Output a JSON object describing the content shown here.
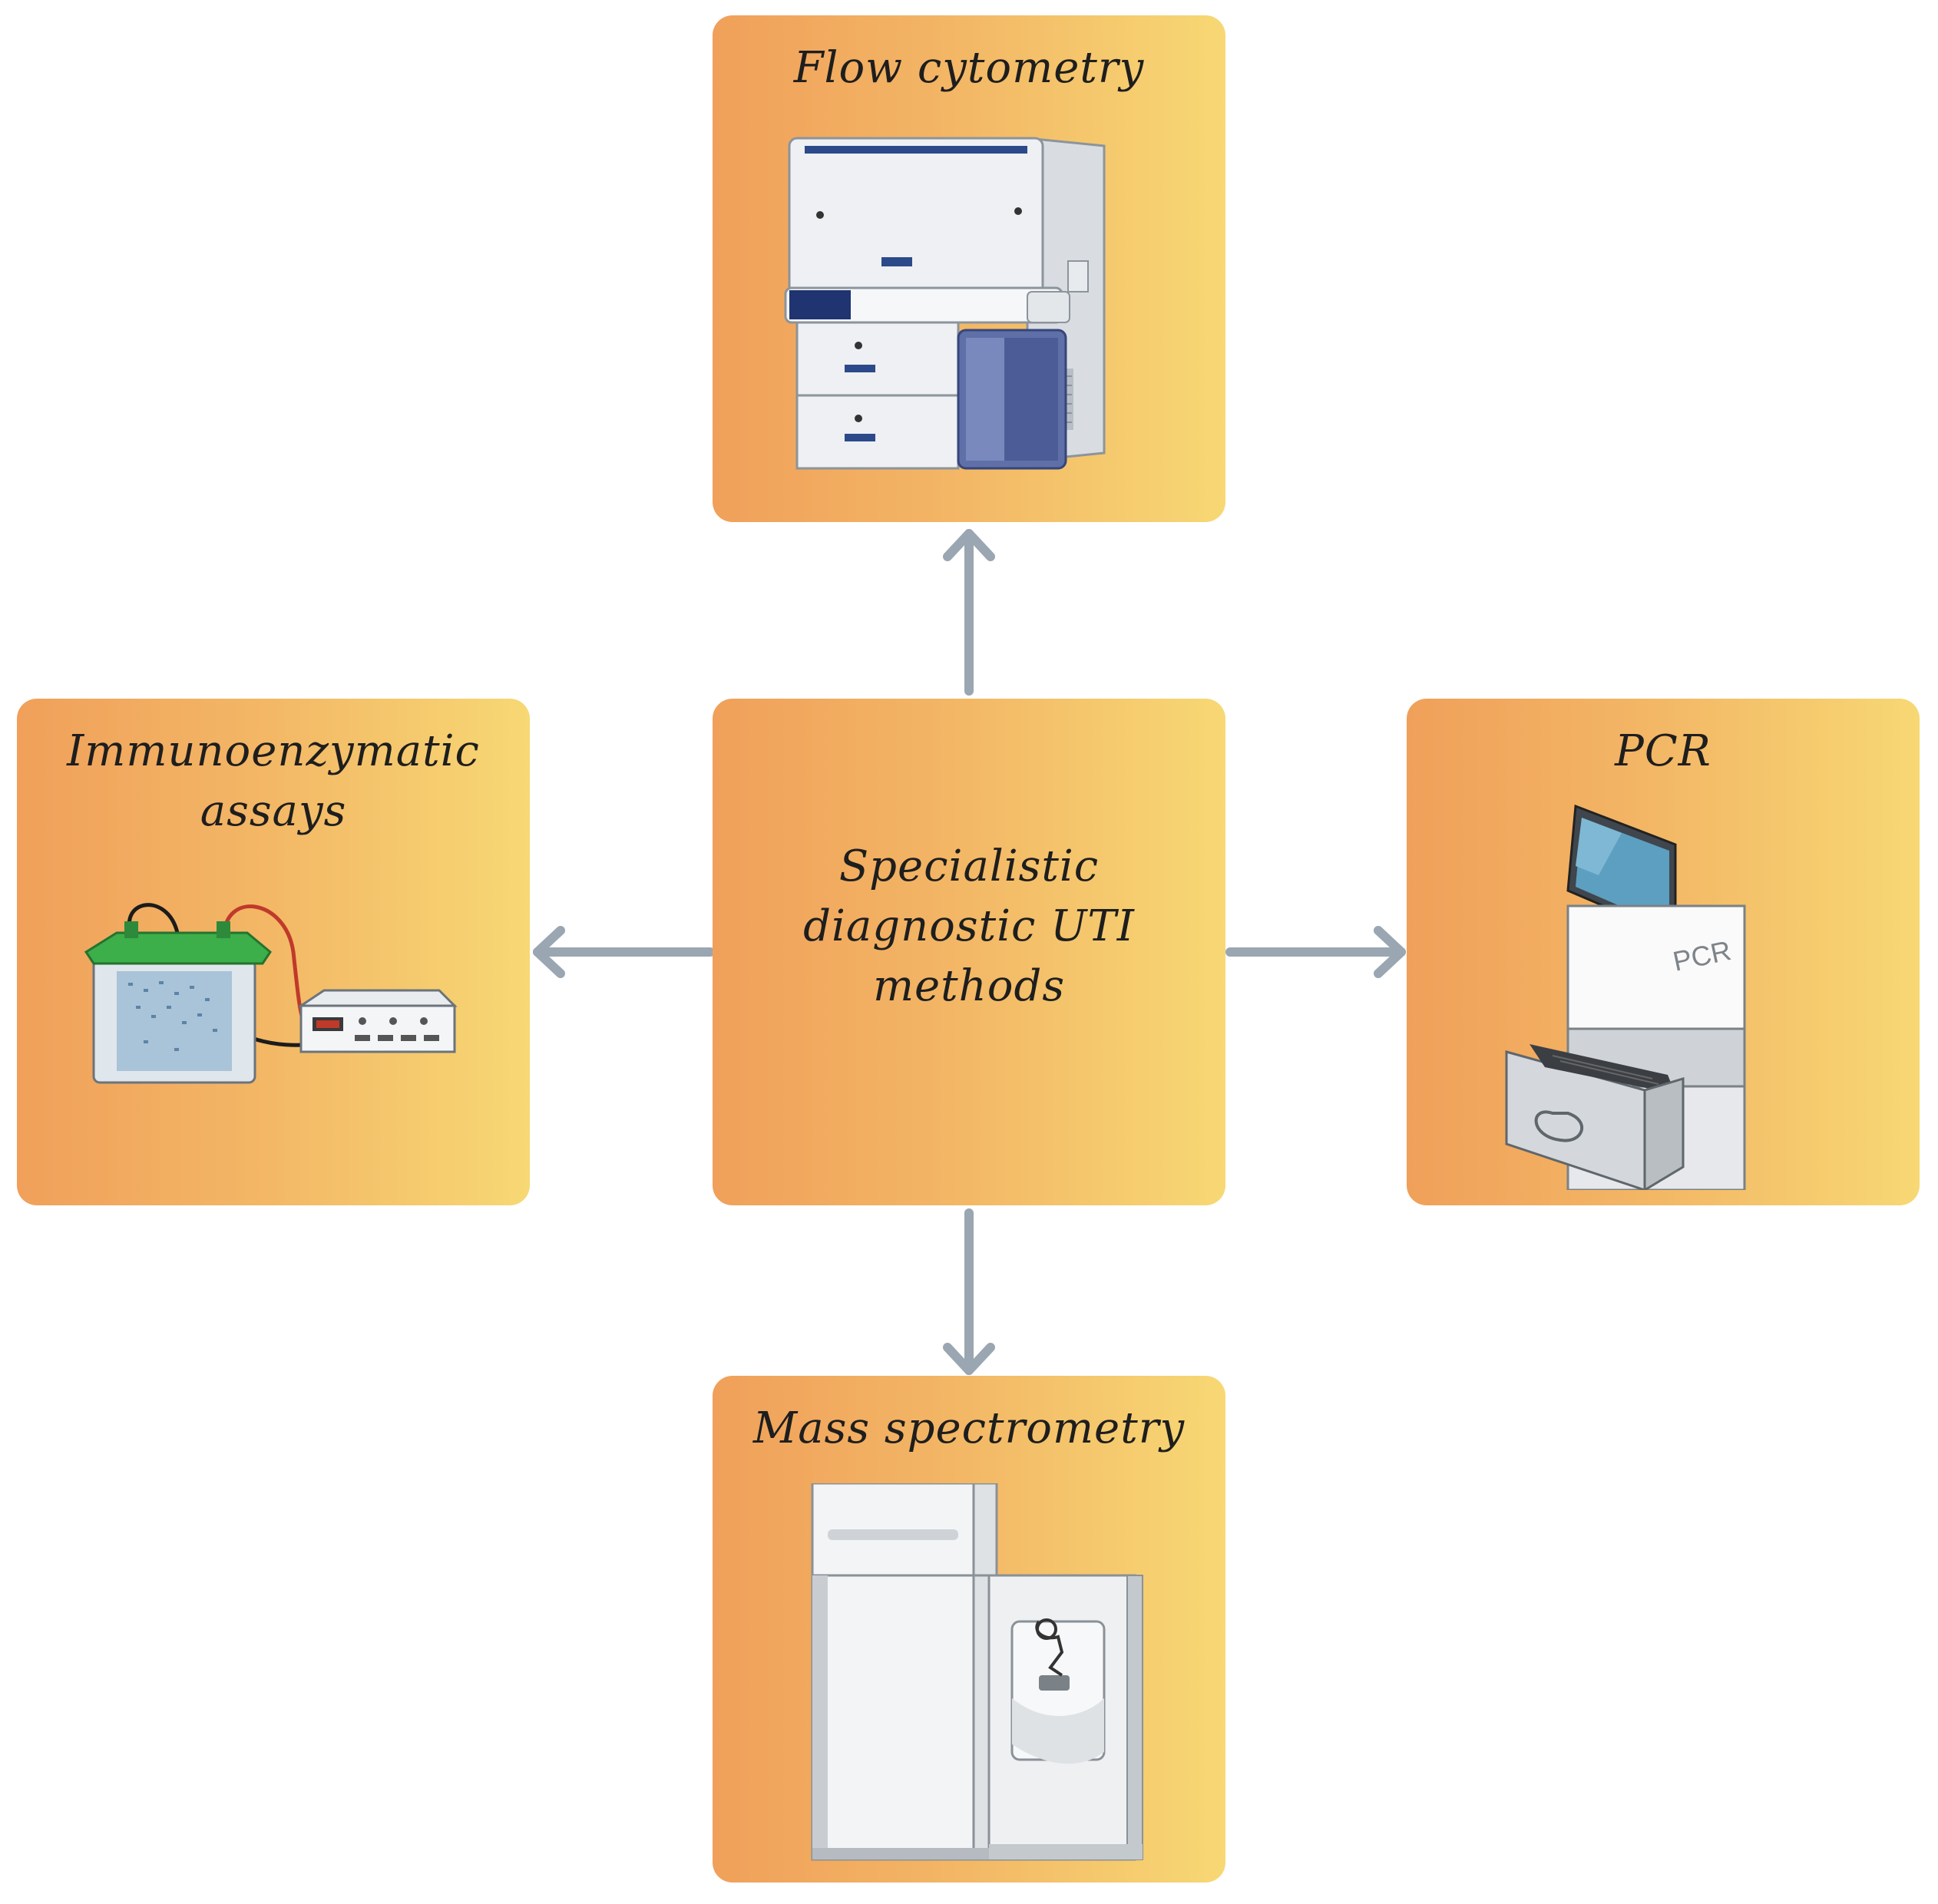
{
  "center": {
    "label": "Specialistic\ndiagnostic UTI\nmethods"
  },
  "methods": {
    "flow_cytometry": {
      "label": "Flow cytometry"
    },
    "immunoenzymatic": {
      "label": "Immunoenzymatic\nassays"
    },
    "pcr": {
      "label": "PCR",
      "device_text": "PCR"
    },
    "mass_spec": {
      "label": "Mass spectrometry"
    }
  },
  "colors": {
    "box_gradient_left": "#f0a05a",
    "box_gradient_right": "#f7d874",
    "arrow": "#9aa6b2"
  }
}
